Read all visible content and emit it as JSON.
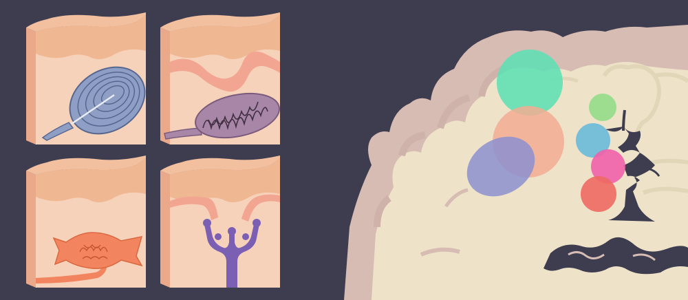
{
  "colors": {
    "background": "#3e3d4f",
    "skin_surface": "#f6c9ae",
    "skin_dermis": "#f7d2bb",
    "skin_side": "#e9a98a",
    "skin_epidermis_band": "#efb792",
    "pacinian_corpuscle": "#8e9ec4",
    "ruffini_corpuscle": "#a886a8",
    "meissner_corpuscle": "#f2845f",
    "merkel_disc": "#7b5fb3",
    "brain_outer": "#d7bcb4",
    "brain_inner": "#eee3c9",
    "brain_sulcus": "#3e3d4f",
    "region_green": "#5ee0b4",
    "region_salmon": "#f2ad93",
    "region_blue": "#8c91cf",
    "region_lightgreen": "#94dc8a",
    "region_cyan": "#69b9d9",
    "region_magenta": "#ef60aa",
    "region_red": "#ee6963"
  },
  "skin_panels": [
    {
      "receptor": "lamellar-spiral-icon"
    },
    {
      "receptor": "coiled-capsule-icon"
    },
    {
      "receptor": "branching-capsule-icon"
    },
    {
      "receptor": "disc-fork-icon"
    }
  ],
  "brain_regions": [
    {
      "color_key": "region_green"
    },
    {
      "color_key": "region_salmon"
    },
    {
      "color_key": "region_blue"
    },
    {
      "color_key": "region_lightgreen"
    },
    {
      "color_key": "region_cyan"
    },
    {
      "color_key": "region_magenta"
    },
    {
      "color_key": "region_red"
    }
  ]
}
